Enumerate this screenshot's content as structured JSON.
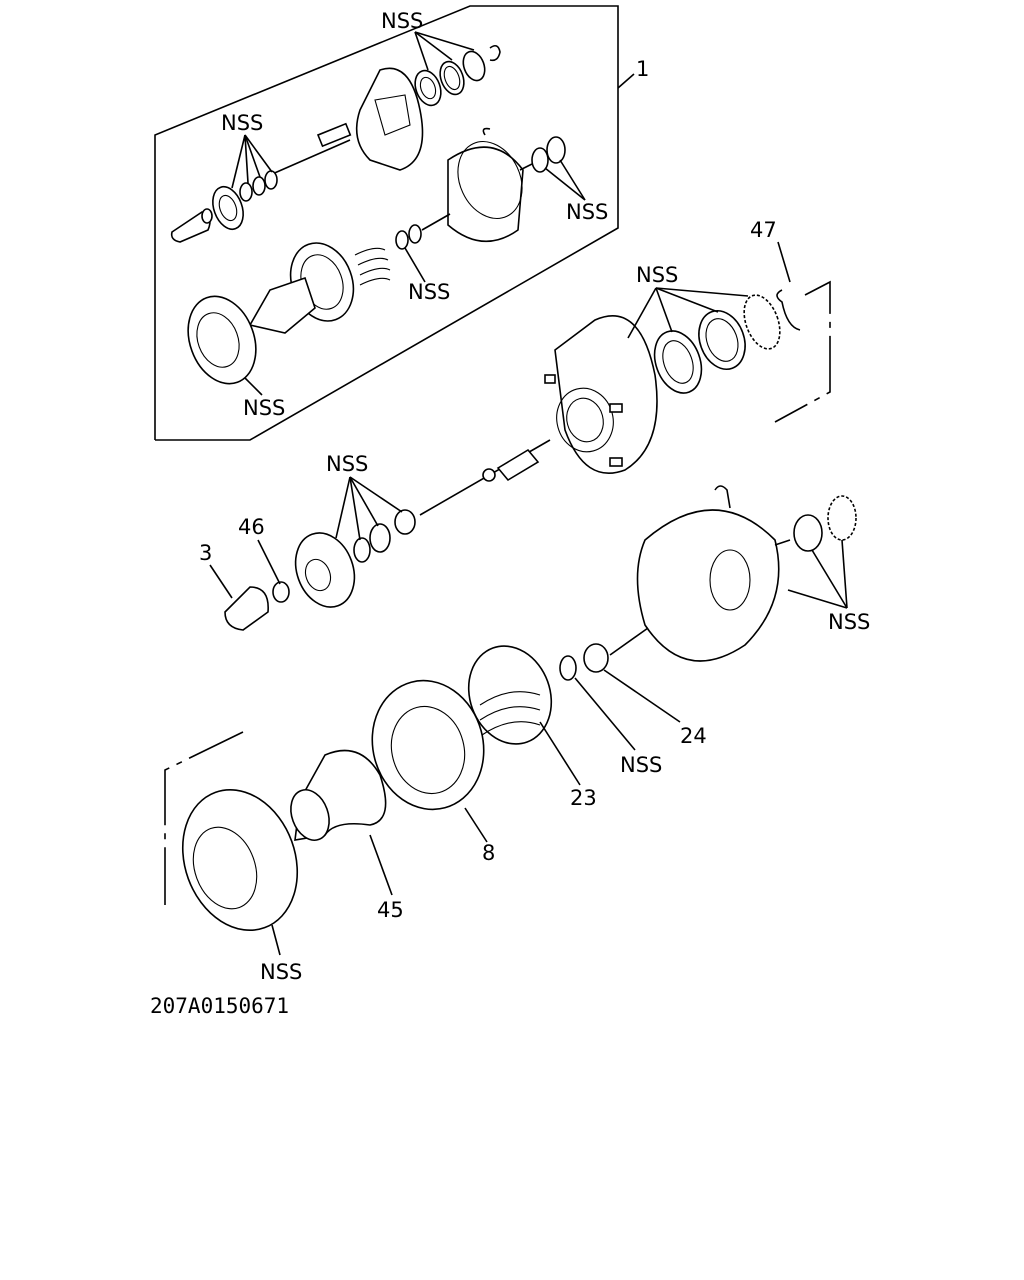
{
  "diagram": {
    "labels": {
      "assembly": "1",
      "part_3": "3",
      "part_8": "8",
      "part_23": "23",
      "part_24": "24",
      "part_45": "45",
      "part_46": "46",
      "part_47": "47",
      "nss": "NSS"
    },
    "figure_code": "207A0150671"
  }
}
